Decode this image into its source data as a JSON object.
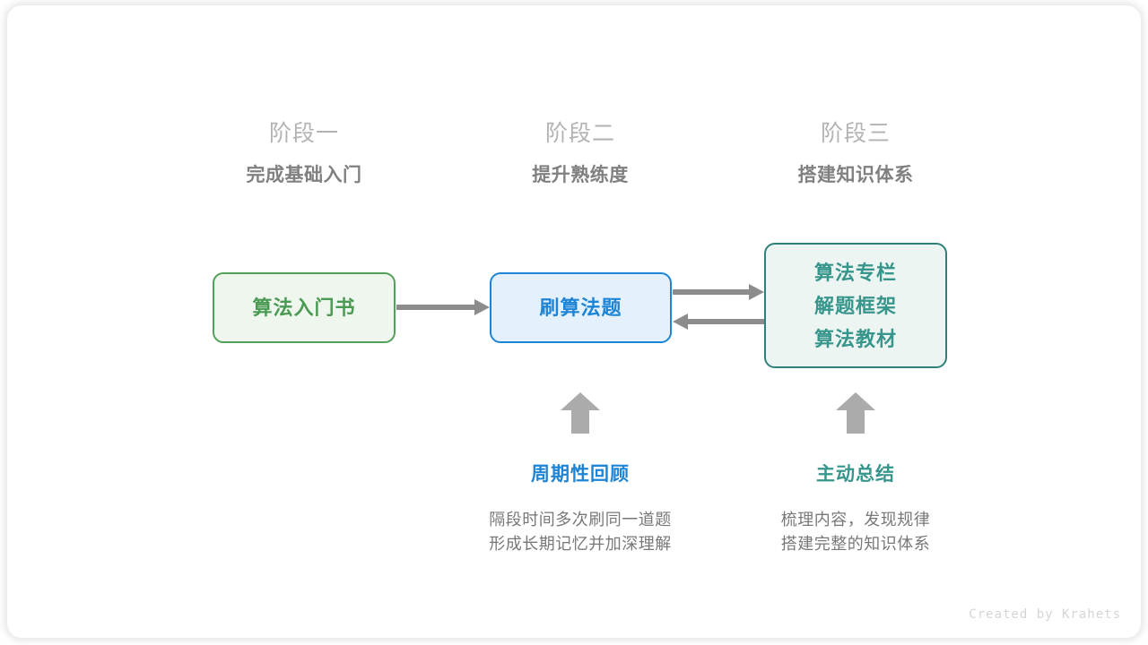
{
  "stages": [
    {
      "num": "阶段一",
      "title": "完成基础入门"
    },
    {
      "num": "阶段二",
      "title": "提升熟练度"
    },
    {
      "num": "阶段三",
      "title": "搭建知识体系"
    }
  ],
  "nodes": {
    "book": {
      "label": "算法入门书",
      "color": "#4a9a53",
      "border": "#52a05a",
      "fill": "#eef6ee"
    },
    "practice": {
      "label": "刷算法题",
      "color": "#1d84d6",
      "border": "#1d84d6",
      "fill": "#e4f1fc"
    },
    "resources": {
      "lines": [
        "算法专栏",
        "解题框架",
        "算法教材"
      ],
      "color": "#37968c",
      "border": "#2f8079",
      "fill": "#edf5f3"
    }
  },
  "notes": [
    {
      "title": "周期性回顾",
      "line1": "隔段时间多次刷同一道题",
      "line2": "形成长期记忆并加深理解",
      "color": "#1d84d6"
    },
    {
      "title": "主动总结",
      "line1": "梳理内容，发现规律",
      "line2": "搭建完整的知识体系",
      "color": "#37968c"
    }
  ],
  "arrow_color": "#8c8c8c",
  "up_arrow_color": "#ababab",
  "credit": "Created by Krahets"
}
